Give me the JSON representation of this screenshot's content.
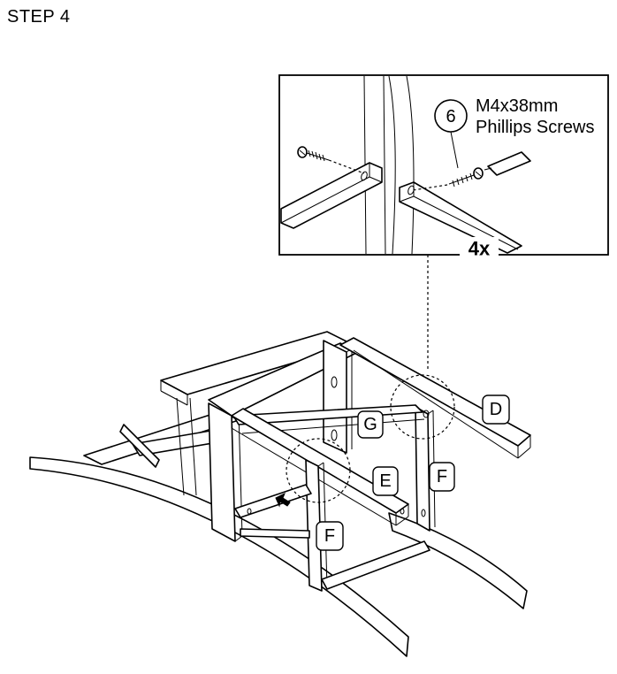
{
  "step": {
    "title": "STEP 4"
  },
  "detail": {
    "quantity": "4x",
    "hardware": {
      "number": "6",
      "size": "M4x38mm",
      "name": "Phillips Screws"
    }
  },
  "part_labels": [
    "D",
    "G",
    "E",
    "F",
    "F"
  ],
  "colors": {
    "line": "#000000",
    "background": "#ffffff"
  }
}
